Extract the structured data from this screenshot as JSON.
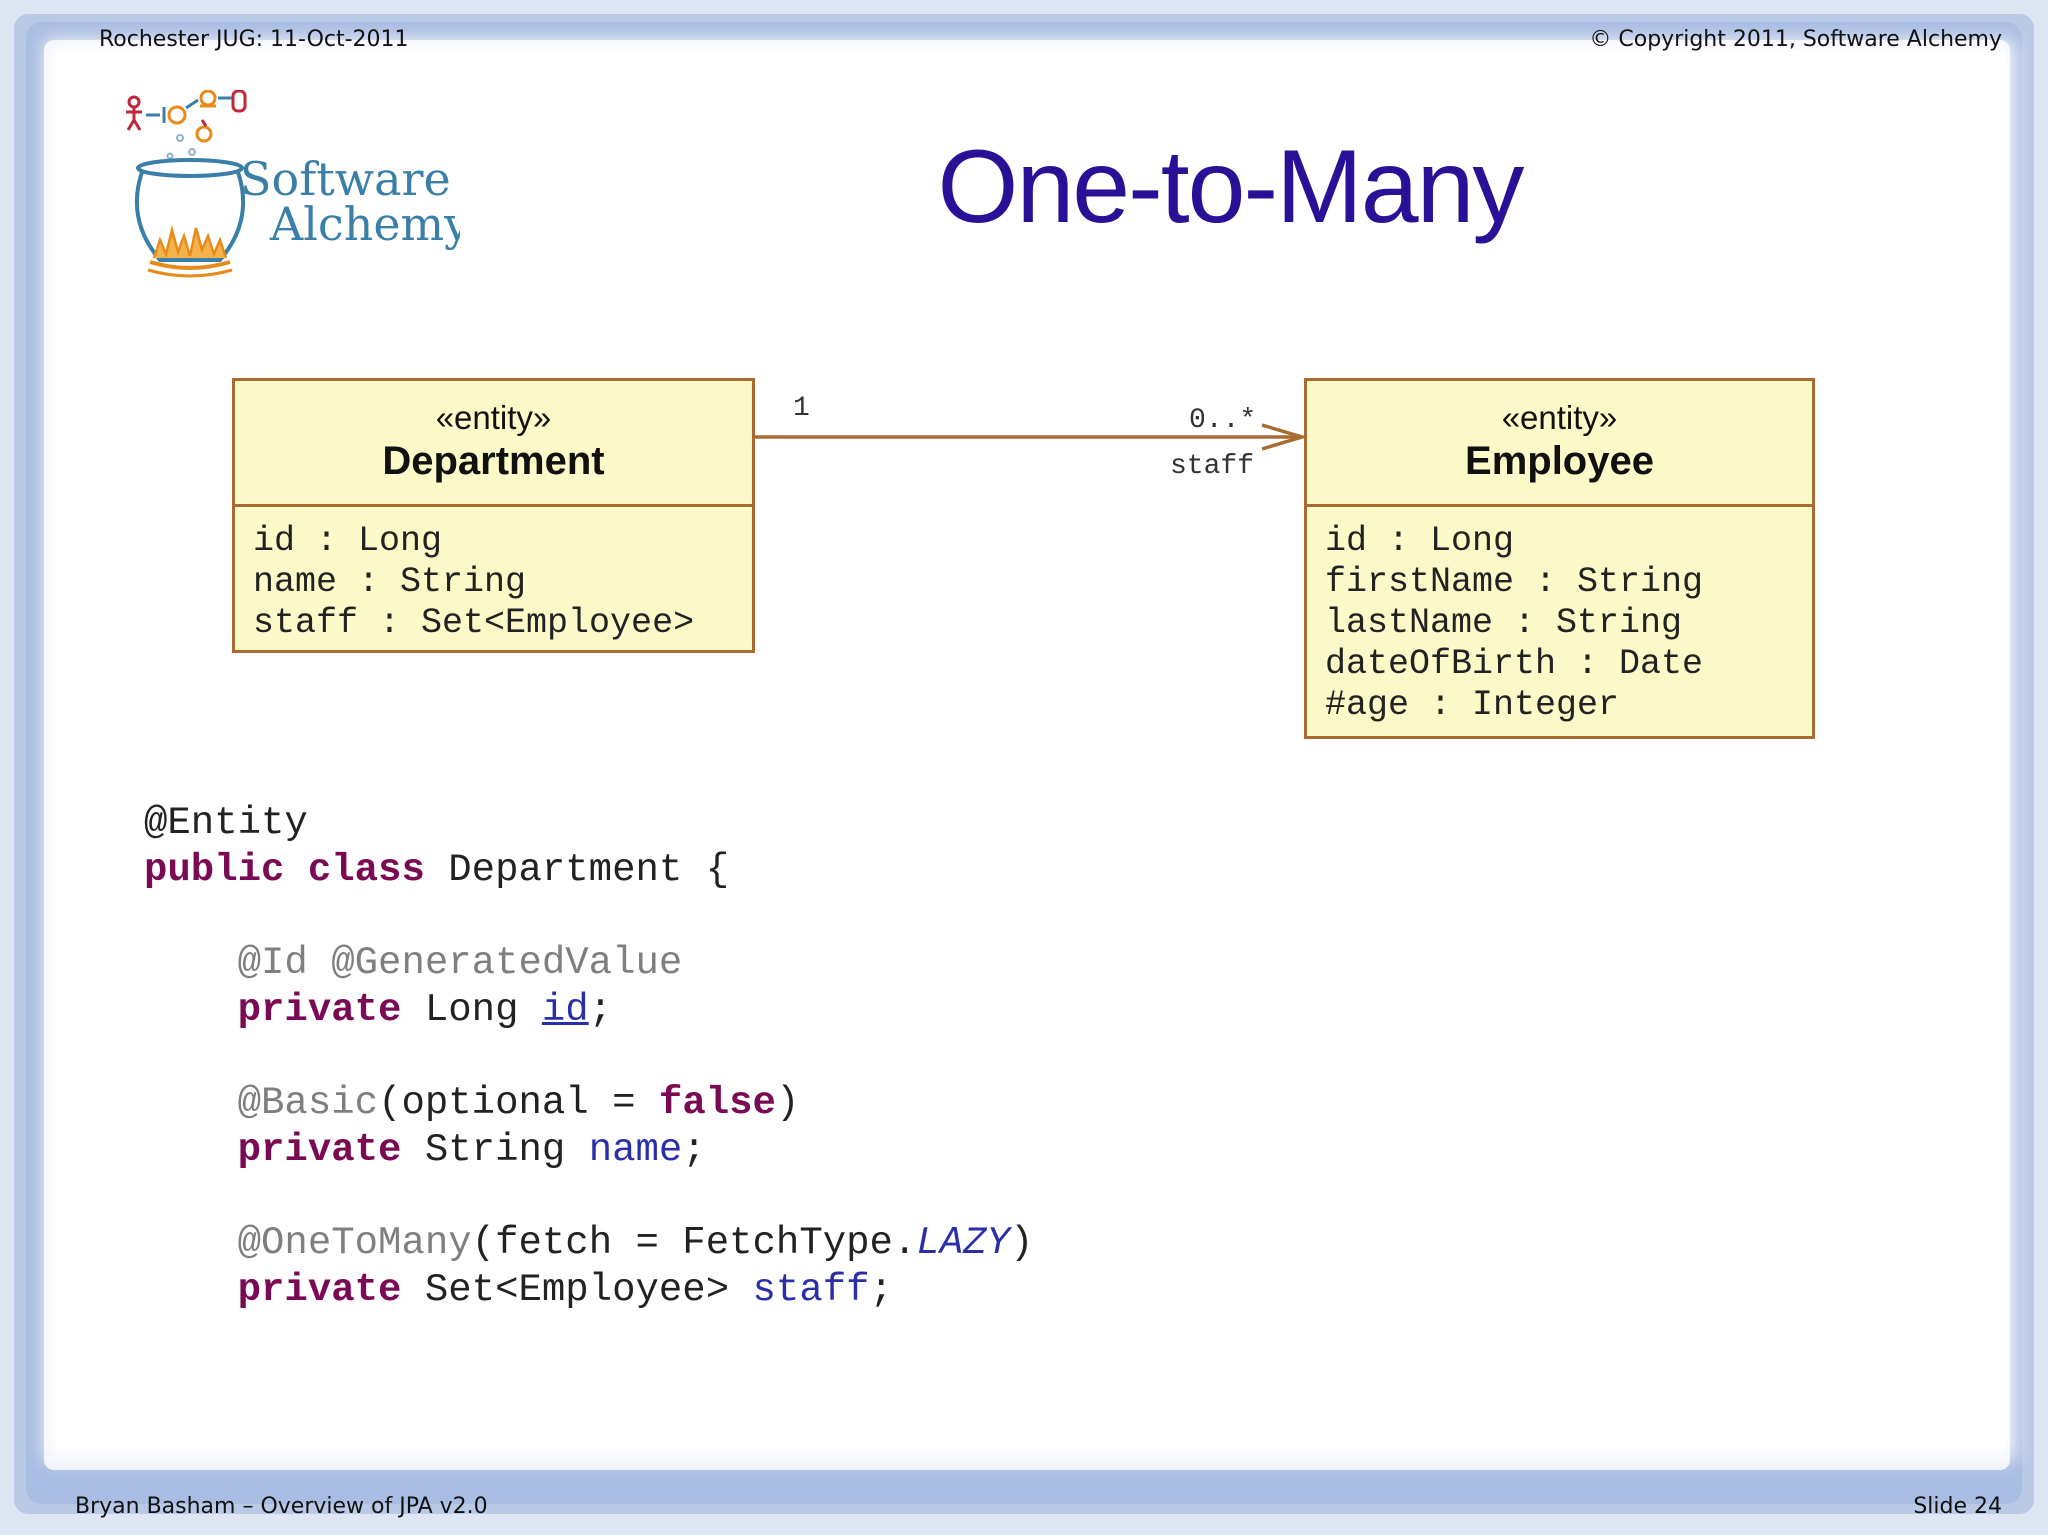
{
  "header": {
    "left": "Rochester JUG:  11-Oct-2011",
    "right": "© Copyright 2011, Software Alchemy"
  },
  "footer": {
    "left": "Bryan Basham – Overview of JPA v2.0",
    "right": "Slide 24"
  },
  "logo": {
    "line1": "Software",
    "line2": "Alchemy",
    "colors": {
      "text": "#3a7fa8",
      "flame": "#e88a1a",
      "pot": "#3a7fa8",
      "accent": "#c0283a"
    }
  },
  "title": "One-to-Many",
  "diagram": {
    "department": {
      "stereotype": "«entity»",
      "name": "Department",
      "attributes": [
        "id : Long",
        "name : String",
        "staff : Set<Employee>"
      ]
    },
    "employee": {
      "stereotype": "«entity»",
      "name": "Employee",
      "attributes": [
        "id : Long",
        "firstName : String",
        "lastName : String",
        "dateOfBirth : Date",
        "#age : Integer"
      ]
    },
    "association": {
      "source_multiplicity": "1",
      "target_multiplicity": "0..*",
      "target_role": "staff"
    }
  },
  "code": {
    "l1_annotation": "@Entity",
    "l2_kw": "public class",
    "l2_rest": " Department {",
    "l3_annotation": "@Id @GeneratedValue",
    "l4_kw": "private",
    "l4_type": " Long ",
    "l4_field": "id",
    "l4_end": ";",
    "l5_annotation": "@Basic",
    "l5_args": "(optional = ",
    "l5_kw": "false",
    "l5_end": ")",
    "l6_kw": "private",
    "l6_type": " String ",
    "l6_field": "name",
    "l6_end": ";",
    "l7_annotation": "@OneToMany",
    "l7_args": "(fetch = FetchType.",
    "l7_const": "LAZY",
    "l7_end": ")",
    "l8_kw": "private",
    "l8_type": " Set<Employee> ",
    "l8_field": "staff",
    "l8_end": ";"
  }
}
